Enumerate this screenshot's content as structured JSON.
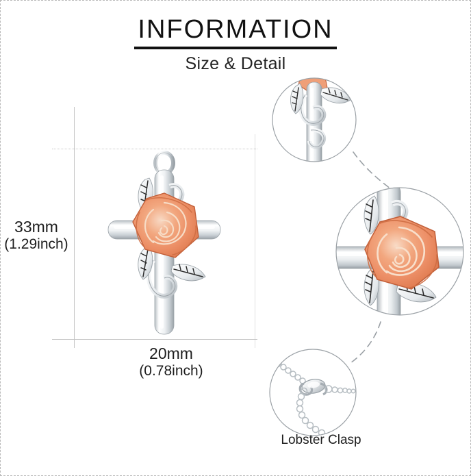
{
  "header": {
    "title": "INFORMATION",
    "subtitle": "Size & Detail"
  },
  "measurements": {
    "height_mm": "33mm",
    "height_inch": "(1.29inch)",
    "width_mm": "20mm",
    "width_inch": "(0.78inch)"
  },
  "details": {
    "clasp_caption": "Lobster Clasp"
  },
  "product": {
    "name": "rose-cross-pendant",
    "metal_color": "#ffffff",
    "metal_shade": "#cfd3d6",
    "metal_outline": "#8d9398",
    "rose_light": "#f6c7ad",
    "rose_mid": "#ef9a72",
    "rose_dark": "#dd7648",
    "rose_outline": "#c2603a",
    "guide_color": "#c2c2c2",
    "circle_border": "#9aa0a5",
    "dash_color": "#9aa0a5"
  }
}
